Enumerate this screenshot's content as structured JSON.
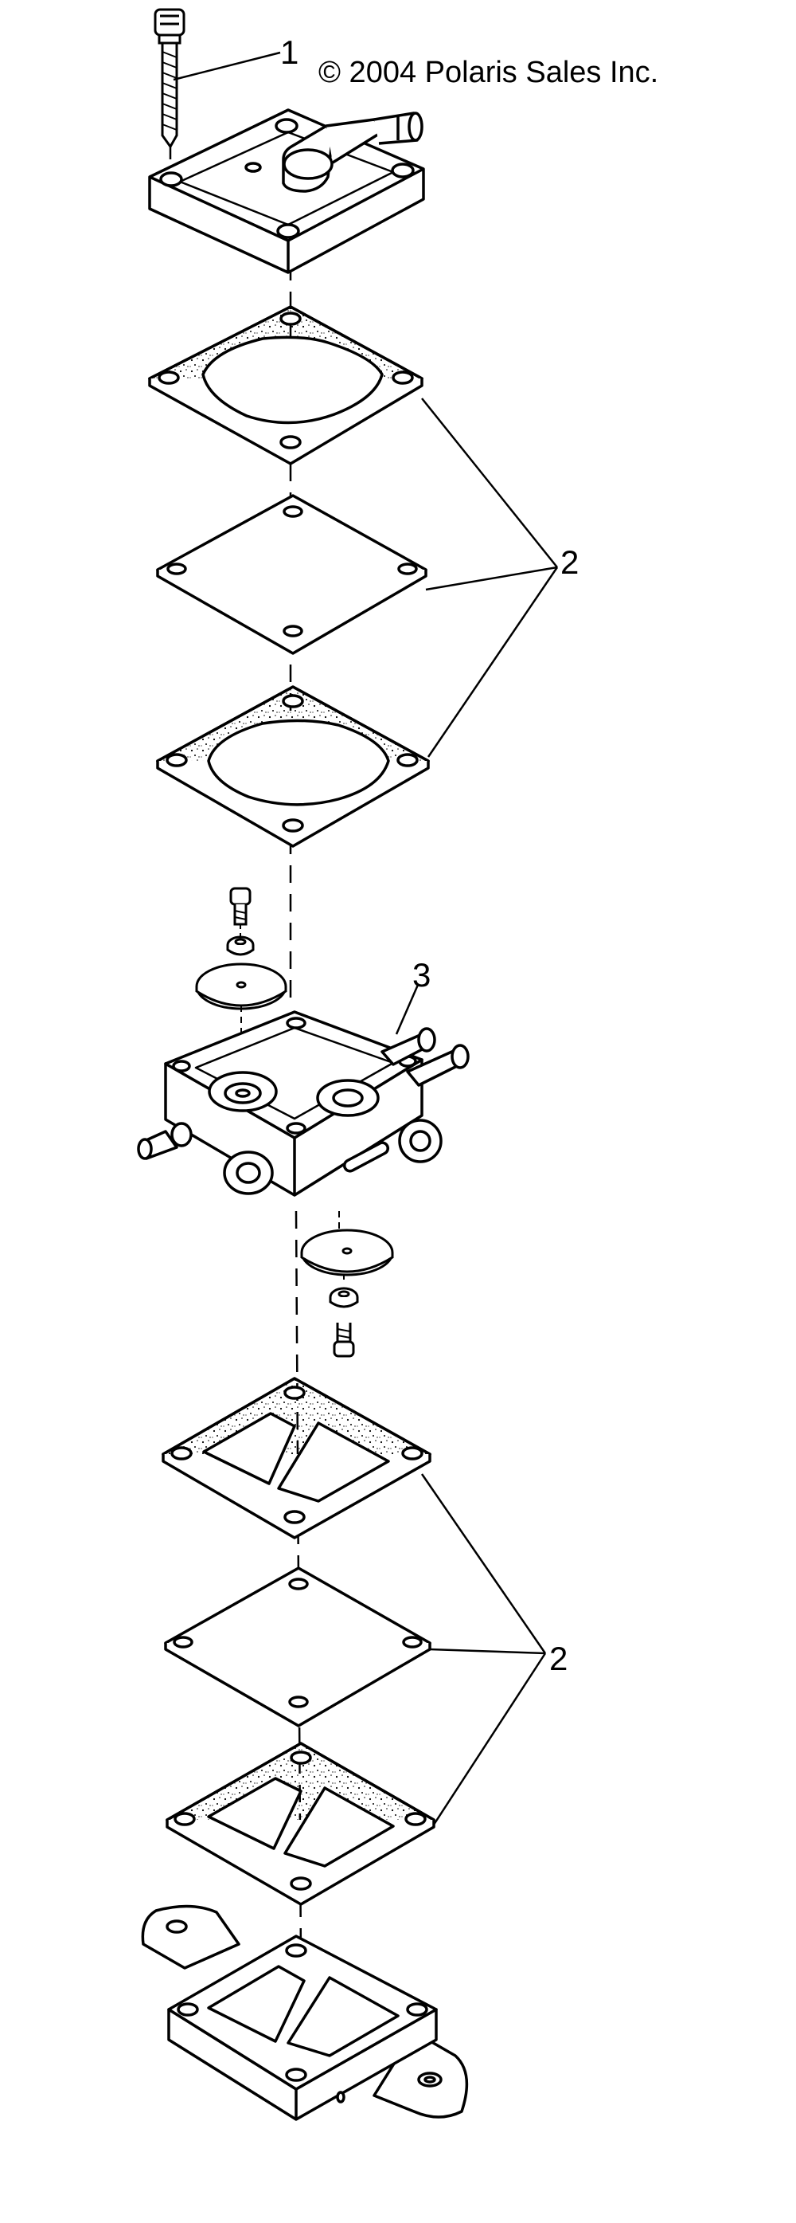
{
  "copyright": "© 2004 Polaris Sales Inc.",
  "callouts": [
    {
      "label": "1"
    },
    {
      "label": "2"
    },
    {
      "label": "3"
    },
    {
      "label": "2"
    }
  ]
}
